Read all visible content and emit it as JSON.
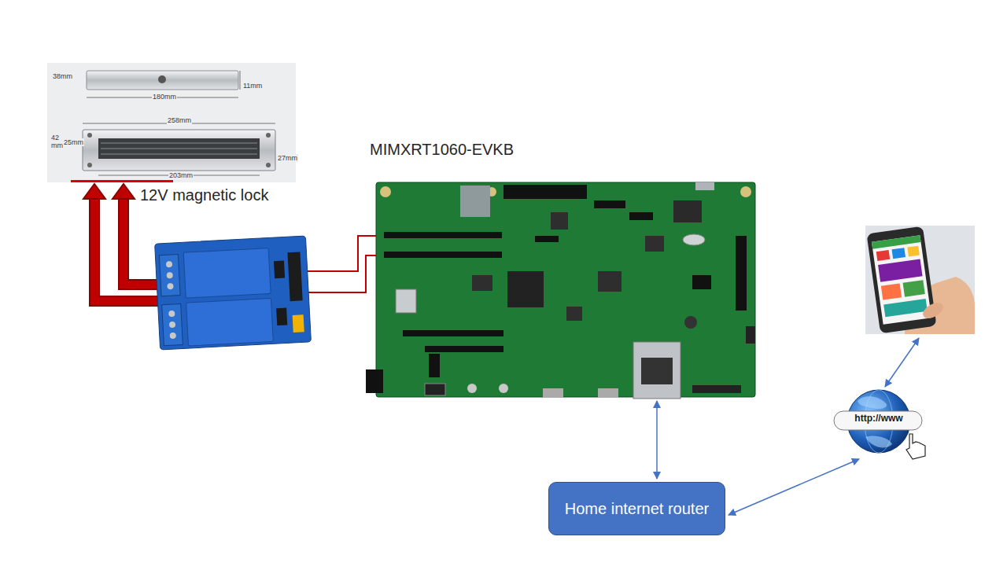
{
  "diagram": {
    "nodes": [
      {
        "text": [
          "12V magnetic lock"
        ]
      },
      {
        "text": [
          "MIMXRT1060-EVKB"
        ]
      },
      {
        "text": [
          "Home internet router"
        ]
      },
      {
        "text": [
          "http://www"
        ]
      }
    ],
    "edges": [
      {
        "from": 1,
        "to": 2,
        "arrow": "both"
      },
      {
        "from": 2,
        "to": 3,
        "arrow": "both"
      }
    ],
    "labels": [
      "38mm",
      "180mm",
      "11mm",
      "258mm",
      "42 mm",
      "25mm",
      "203mm",
      "27mm"
    ]
  }
}
